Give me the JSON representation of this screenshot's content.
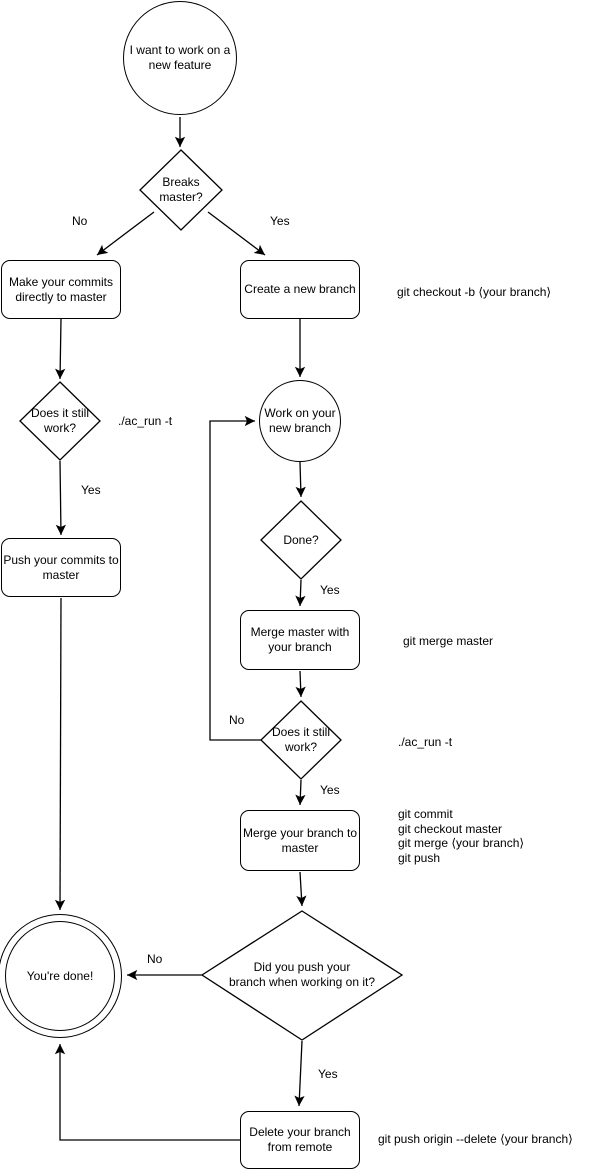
{
  "diagram": {
    "nodes": {
      "start": "I want to work on a\nnew feature",
      "breaks_master": "Breaks\nmaster?",
      "commits_master": "Make your commits\ndirectly to master",
      "create_branch": "Create a new branch",
      "still_work_1": "Does it still\nwork?",
      "push_commits": "Push your commits to\nmaster",
      "work_branch": "Work on your\nnew branch",
      "done_q": "Done?",
      "merge_master": "Merge master with\nyour branch",
      "still_work_2": "Does it still\nwork?",
      "merge_branch": "Merge your branch to\nmaster",
      "did_push": "Did you push your\nbranch when working on it?",
      "youre_done": "You're done!",
      "delete_remote": "Delete your branch\nfrom remote"
    },
    "edge_labels": {
      "breaks_no": "No",
      "breaks_yes": "Yes",
      "work1_yes": "Yes",
      "doneq_yes": "Yes",
      "work2_no": "No",
      "work2_yes": "Yes",
      "didpush_no": "No",
      "didpush_yes": "Yes"
    },
    "annotations": {
      "checkout_cmd": "git checkout -b ⟨your branch⟩",
      "ac_run_1": "./ac_run -t",
      "merge_master_cmd": "git merge master",
      "ac_run_2": "./ac_run -t",
      "merge_branch_cmds": "git commit\ngit checkout master\ngit merge ⟨your branch⟩\ngit push",
      "delete_cmd": "git push origin --delete ⟨your branch⟩"
    },
    "colors": {
      "stroke": "#000000",
      "background": "#ffffff",
      "text": "#000000"
    }
  }
}
